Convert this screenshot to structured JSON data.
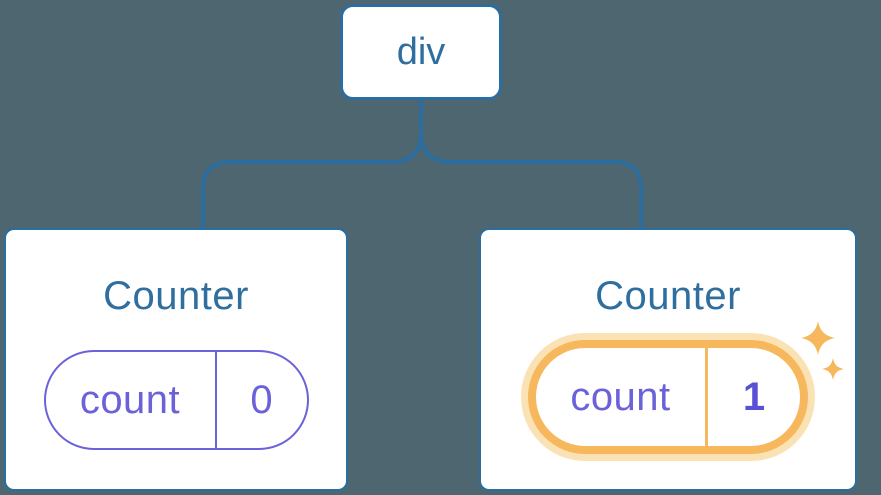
{
  "colors": {
    "bg": "#4d6670",
    "line": "#2b6d9e",
    "textBlue": "#2f6f9f",
    "purple": "#6b62d9",
    "purpleBold": "#5a50d6",
    "orange": "#f6b75d",
    "glow": "#fbe2b4",
    "cardBg": "#ffffff"
  },
  "tree": {
    "root": {
      "label": "div"
    },
    "children": [
      {
        "title": "Counter",
        "state": {
          "key": "count",
          "value": "0"
        },
        "highlighted": false
      },
      {
        "title": "Counter",
        "state": {
          "key": "count",
          "value": "1"
        },
        "highlighted": true
      }
    ]
  },
  "icons": {
    "highlight": "sparkles-icon"
  }
}
